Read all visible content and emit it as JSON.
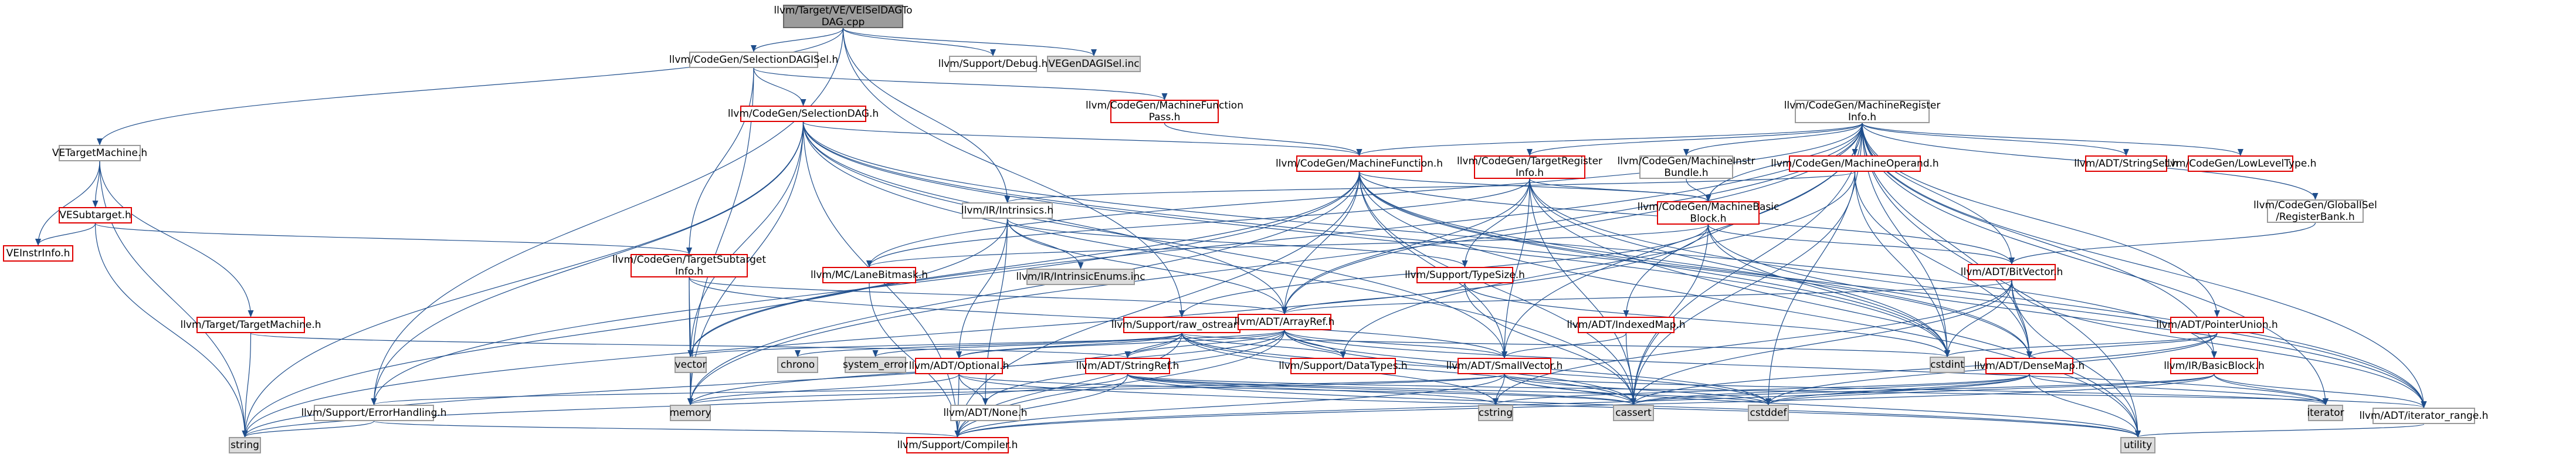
{
  "diagram": {
    "nodes": [
      {
        "id": "root",
        "label": "llvm/Target/VE/VEISelDAGTo\nDAG.cpp",
        "style": "root"
      },
      {
        "id": "vetm",
        "label": "VETargetMachine.h",
        "style": "plain"
      },
      {
        "id": "seldagisel",
        "label": "llvm/CodeGen/SelectionDAGISel.h",
        "style": "plain"
      },
      {
        "id": "debug",
        "label": "llvm/Support/Debug.h",
        "style": "plain"
      },
      {
        "id": "vegen",
        "label": "VEGenDAGISel.inc",
        "style": "gray"
      },
      {
        "id": "vesub",
        "label": "VESubtarget.h",
        "style": "red"
      },
      {
        "id": "seldag",
        "label": "llvm/CodeGen/SelectionDAG.h",
        "style": "red"
      },
      {
        "id": "mfpass",
        "label": "llvm/CodeGen/MachineFunction\nPass.h",
        "style": "red"
      },
      {
        "id": "mreginfo",
        "label": "llvm/CodeGen/MachineRegister\nInfo.h",
        "style": "plain"
      },
      {
        "id": "mfunc",
        "label": "llvm/CodeGen/MachineFunction.h",
        "style": "red"
      },
      {
        "id": "tregi",
        "label": "llvm/CodeGen/TargetRegister\nInfo.h",
        "style": "red"
      },
      {
        "id": "minstrb",
        "label": "llvm/CodeGen/MachineInstr\nBundle.h",
        "style": "plain"
      },
      {
        "id": "mop",
        "label": "llvm/CodeGen/MachineOperand.h",
        "style": "red"
      },
      {
        "id": "strset",
        "label": "llvm/ADT/StringSet.h",
        "style": "red"
      },
      {
        "id": "llt",
        "label": "llvm/CodeGen/LowLevelType.h",
        "style": "red"
      },
      {
        "id": "veinstr",
        "label": "VEInstrInfo.h",
        "style": "red"
      },
      {
        "id": "ttm",
        "label": "llvm/Target/TargetMachine.h",
        "style": "red"
      },
      {
        "id": "tsub",
        "label": "llvm/CodeGen/TargetSubtarget\nInfo.h",
        "style": "red"
      },
      {
        "id": "intr",
        "label": "llvm/IR/Intrinsics.h",
        "style": "plain"
      },
      {
        "id": "intrenum",
        "label": "llvm/IR/IntrinsicEnums.inc",
        "style": "gray"
      },
      {
        "id": "lanebm",
        "label": "llvm/MC/LaneBitmask.h",
        "style": "red"
      },
      {
        "id": "mbb",
        "label": "llvm/CodeGen/MachineBasic\nBlock.h",
        "style": "red"
      },
      {
        "id": "gisel",
        "label": "llvm/CodeGen/GlobalISel\n/RegisterBank.h",
        "style": "plain"
      },
      {
        "id": "typesize",
        "label": "llvm/Support/TypeSize.h",
        "style": "red"
      },
      {
        "id": "bitvec",
        "label": "llvm/ADT/BitVector.h",
        "style": "red"
      },
      {
        "id": "rawos",
        "label": "llvm/Support/raw_ostream.h",
        "style": "red"
      },
      {
        "id": "arrayref",
        "label": "llvm/ADT/ArrayRef.h",
        "style": "red"
      },
      {
        "id": "idxmap",
        "label": "llvm/ADT/IndexedMap.h",
        "style": "red"
      },
      {
        "id": "ptrunion",
        "label": "llvm/ADT/PointerUnion.h",
        "style": "red"
      },
      {
        "id": "optional",
        "label": "llvm/ADT/Optional.h",
        "style": "red"
      },
      {
        "id": "strref",
        "label": "llvm/ADT/StringRef.h",
        "style": "red"
      },
      {
        "id": "datatypes",
        "label": "llvm/Support/DataTypes.h",
        "style": "red"
      },
      {
        "id": "smallvec",
        "label": "llvm/ADT/SmallVector.h",
        "style": "red"
      },
      {
        "id": "densemap",
        "label": "llvm/ADT/DenseMap.h",
        "style": "red"
      },
      {
        "id": "basicblock",
        "label": "llvm/IR/BasicBlock.h",
        "style": "red"
      },
      {
        "id": "errh",
        "label": "llvm/Support/ErrorHandling.h",
        "style": "plain"
      },
      {
        "id": "none",
        "label": "llvm/ADT/None.h",
        "style": "plain"
      },
      {
        "id": "iterrange",
        "label": "llvm/ADT/iterator_range.h",
        "style": "plain"
      },
      {
        "id": "compiler",
        "label": "llvm/Support/Compiler.h",
        "style": "red"
      },
      {
        "id": "vector",
        "label": "vector",
        "style": "gray"
      },
      {
        "id": "chrono",
        "label": "chrono",
        "style": "gray"
      },
      {
        "id": "syserr",
        "label": "system_error",
        "style": "gray"
      },
      {
        "id": "memory",
        "label": "memory",
        "style": "gray"
      },
      {
        "id": "string",
        "label": "string",
        "style": "gray"
      },
      {
        "id": "cstring",
        "label": "cstring",
        "style": "gray"
      },
      {
        "id": "cassert",
        "label": "cassert",
        "style": "gray"
      },
      {
        "id": "cstddef",
        "label": "cstddef",
        "style": "gray"
      },
      {
        "id": "cstdint",
        "label": "cstdint",
        "style": "gray"
      },
      {
        "id": "iterator",
        "label": "iterator",
        "style": "gray"
      },
      {
        "id": "utility",
        "label": "utility",
        "style": "gray"
      }
    ],
    "edges": [
      [
        "root",
        "vetm"
      ],
      [
        "root",
        "seldagisel"
      ],
      [
        "root",
        "debug"
      ],
      [
        "root",
        "vegen"
      ],
      [
        "root",
        "intr"
      ],
      [
        "root",
        "rawos"
      ],
      [
        "root",
        "errh"
      ],
      [
        "vetm",
        "vesub"
      ],
      [
        "vetm",
        "ttm"
      ],
      [
        "vetm",
        "veinstr"
      ],
      [
        "vetm",
        "string"
      ],
      [
        "vesub",
        "veinstr"
      ],
      [
        "vesub",
        "tsub"
      ],
      [
        "vesub",
        "string"
      ],
      [
        "ttm",
        "string"
      ],
      [
        "ttm",
        "strref"
      ],
      [
        "seldagisel",
        "seldag"
      ],
      [
        "seldagisel",
        "mfpass"
      ],
      [
        "seldagisel",
        "tsub"
      ],
      [
        "seldagisel",
        "memory"
      ],
      [
        "seldag",
        "mfunc"
      ],
      [
        "seldag",
        "arrayref"
      ],
      [
        "seldag",
        "smallvec"
      ],
      [
        "seldag",
        "cstdint"
      ],
      [
        "seldag",
        "vector"
      ],
      [
        "seldag",
        "string"
      ],
      [
        "seldag",
        "errh"
      ],
      [
        "seldag",
        "compiler"
      ],
      [
        "seldag",
        "memory"
      ],
      [
        "seldag",
        "densemap"
      ],
      [
        "seldag",
        "cassert"
      ],
      [
        "mfpass",
        "mfunc"
      ],
      [
        "mreginfo",
        "mfunc"
      ],
      [
        "mreginfo",
        "tregi"
      ],
      [
        "mreginfo",
        "minstrb"
      ],
      [
        "mreginfo",
        "mop"
      ],
      [
        "mreginfo",
        "strset"
      ],
      [
        "mreginfo",
        "llt"
      ],
      [
        "mreginfo",
        "gisel"
      ],
      [
        "mreginfo",
        "bitvec"
      ],
      [
        "mreginfo",
        "idxmap"
      ],
      [
        "mreginfo",
        "ptrunion"
      ],
      [
        "mreginfo",
        "mbb"
      ],
      [
        "mreginfo",
        "lanebm"
      ],
      [
        "mreginfo",
        "arrayref"
      ],
      [
        "mreginfo",
        "smallvec"
      ],
      [
        "mreginfo",
        "iterrange"
      ],
      [
        "mreginfo",
        "cassert"
      ],
      [
        "mreginfo",
        "cstddef"
      ],
      [
        "mreginfo",
        "cstdint"
      ],
      [
        "mreginfo",
        "iterator"
      ],
      [
        "mreginfo",
        "memory"
      ],
      [
        "mreginfo",
        "utility"
      ],
      [
        "mreginfo",
        "vector"
      ],
      [
        "mreginfo",
        "densemap"
      ],
      [
        "mfunc",
        "mbb"
      ],
      [
        "mfunc",
        "arrayref"
      ],
      [
        "mfunc",
        "bitvec"
      ],
      [
        "mfunc",
        "smallvec"
      ],
      [
        "mfunc",
        "densemap"
      ],
      [
        "mfunc",
        "errh"
      ],
      [
        "mfunc",
        "compiler"
      ],
      [
        "mfunc",
        "cassert"
      ],
      [
        "mfunc",
        "cstdint"
      ],
      [
        "mfunc",
        "memory"
      ],
      [
        "mfunc",
        "utility"
      ],
      [
        "mfunc",
        "vector"
      ],
      [
        "mfunc",
        "iterrange"
      ],
      [
        "tregi",
        "mbb"
      ],
      [
        "tregi",
        "lanebm"
      ],
      [
        "tregi",
        "arrayref"
      ],
      [
        "tregi",
        "smallvec"
      ],
      [
        "tregi",
        "cassert"
      ],
      [
        "tregi",
        "cstdint"
      ],
      [
        "tregi",
        "utility"
      ],
      [
        "tregi",
        "iterrange"
      ],
      [
        "tregi",
        "typesize"
      ],
      [
        "minstrb",
        "mbb"
      ],
      [
        "mop",
        "intr"
      ],
      [
        "mop",
        "densemap"
      ],
      [
        "mop",
        "cassert"
      ],
      [
        "mop",
        "cstdint"
      ],
      [
        "mop",
        "datatypes"
      ],
      [
        "gisel",
        "bitvec"
      ],
      [
        "mbb",
        "bitvec"
      ],
      [
        "mbb",
        "lanebm"
      ],
      [
        "mbb",
        "rawos"
      ],
      [
        "mbb",
        "cassert"
      ],
      [
        "mbb",
        "cstdint"
      ],
      [
        "mbb",
        "iterrange"
      ],
      [
        "mbb",
        "string"
      ],
      [
        "tsub",
        "arrayref"
      ],
      [
        "tsub",
        "vector"
      ],
      [
        "tsub",
        "memory"
      ],
      [
        "tsub",
        "smallvec"
      ],
      [
        "intr",
        "intrenum"
      ],
      [
        "intr",
        "arrayref"
      ],
      [
        "intr",
        "optional"
      ],
      [
        "intr",
        "none"
      ],
      [
        "intr",
        "string"
      ],
      [
        "intr",
        "typesize"
      ],
      [
        "lanebm",
        "compiler"
      ],
      [
        "typesize",
        "arrayref"
      ],
      [
        "typesize",
        "cassert"
      ],
      [
        "typesize",
        "cstdint"
      ],
      [
        "bitvec",
        "arrayref"
      ],
      [
        "bitvec",
        "densemap"
      ],
      [
        "bitvec",
        "iterrange"
      ],
      [
        "bitvec",
        "cassert"
      ],
      [
        "bitvec",
        "cstdint"
      ],
      [
        "bitvec",
        "utility"
      ],
      [
        "bitvec",
        "cstring"
      ],
      [
        "rawos",
        "arrayref"
      ],
      [
        "rawos",
        "strref"
      ],
      [
        "rawos",
        "datatypes"
      ],
      [
        "rawos",
        "cassert"
      ],
      [
        "rawos",
        "chrono"
      ],
      [
        "rawos",
        "cstddef"
      ],
      [
        "rawos",
        "cstdint"
      ],
      [
        "rawos",
        "cstring"
      ],
      [
        "rawos",
        "string"
      ],
      [
        "rawos",
        "syserr"
      ],
      [
        "rawos",
        "optional"
      ],
      [
        "rawos",
        "compiler"
      ],
      [
        "arrayref",
        "smallvec"
      ],
      [
        "arrayref",
        "compiler"
      ],
      [
        "arrayref",
        "cassert"
      ],
      [
        "arrayref",
        "cstddef"
      ],
      [
        "arrayref",
        "iterator"
      ],
      [
        "arrayref",
        "memory"
      ],
      [
        "arrayref",
        "vector"
      ],
      [
        "arrayref",
        "none"
      ],
      [
        "arrayref",
        "optional"
      ],
      [
        "arrayref",
        "datatypes"
      ],
      [
        "arrayref",
        "strref"
      ],
      [
        "idxmap",
        "smallvec"
      ],
      [
        "idxmap",
        "cassert"
      ],
      [
        "ptrunion",
        "densemap"
      ],
      [
        "ptrunion",
        "cassert"
      ],
      [
        "ptrunion",
        "cstddef"
      ],
      [
        "ptrunion",
        "cstdint"
      ],
      [
        "optional",
        "none"
      ],
      [
        "optional",
        "compiler"
      ],
      [
        "optional",
        "memory"
      ],
      [
        "optional",
        "utility"
      ],
      [
        "optional",
        "cassert"
      ],
      [
        "strref",
        "iterrange"
      ],
      [
        "strref",
        "compiler"
      ],
      [
        "strref",
        "cstring"
      ],
      [
        "strref",
        "string"
      ],
      [
        "strref",
        "utility"
      ],
      [
        "strref",
        "cassert"
      ],
      [
        "strref",
        "cstddef"
      ],
      [
        "smallvec",
        "compiler"
      ],
      [
        "smallvec",
        "cassert"
      ],
      [
        "smallvec",
        "cstddef"
      ],
      [
        "smallvec",
        "cstring"
      ],
      [
        "smallvec",
        "iterator"
      ],
      [
        "smallvec",
        "memory"
      ],
      [
        "smallvec",
        "utility"
      ],
      [
        "smallvec",
        "errh"
      ],
      [
        "densemap",
        "compiler"
      ],
      [
        "densemap",
        "cassert"
      ],
      [
        "densemap",
        "cstddef"
      ],
      [
        "densemap",
        "cstring"
      ],
      [
        "densemap",
        "iterator"
      ],
      [
        "densemap",
        "utility"
      ],
      [
        "basicblock",
        "iterrange"
      ],
      [
        "basicblock",
        "compiler"
      ],
      [
        "basicblock",
        "cassert"
      ],
      [
        "basicblock",
        "cstddef"
      ],
      [
        "basicblock",
        "iterator"
      ],
      [
        "errh",
        "compiler"
      ],
      [
        "errh",
        "string"
      ],
      [
        "iterrange",
        "utility"
      ],
      [
        "seldag",
        "basicblock"
      ],
      [
        "mreginfo",
        "basicblock"
      ]
    ]
  }
}
